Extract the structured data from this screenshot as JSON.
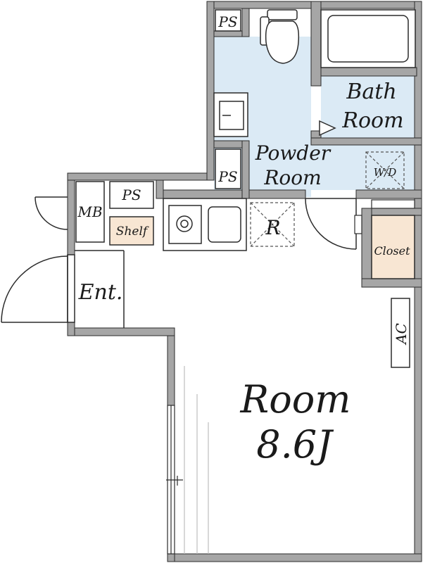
{
  "floor_plan": {
    "colors": {
      "wall_fill": "#a6a6a6",
      "wall_stroke": "#2b2b2b",
      "wet_area": "#dbeaf5",
      "wood_storage": "#f8e6d3",
      "background": "#ffffff"
    },
    "labels": {
      "ps_top": "PS",
      "ps_mid": "PS",
      "ps_left": "PS",
      "bath_line1": "Bath",
      "bath_line2": "Room",
      "powder_line1": "Powder",
      "powder_line2": "Room",
      "washer": "W/D",
      "fridge": "R",
      "meter_box": "MB",
      "shelf": "Shelf",
      "closet": "Closet",
      "entrance": "Ent.",
      "aircon": "AC",
      "room_line1": "Room",
      "room_line2": "8.6J"
    },
    "icons": {
      "toilet": "toilet-icon",
      "bathtub": "bathtub-icon",
      "washbasin": "washbasin-icon",
      "stove": "stove-icon",
      "sink": "kitchen-sink-icon",
      "door_swing": "door-swing-icon",
      "window": "window-icon"
    }
  }
}
